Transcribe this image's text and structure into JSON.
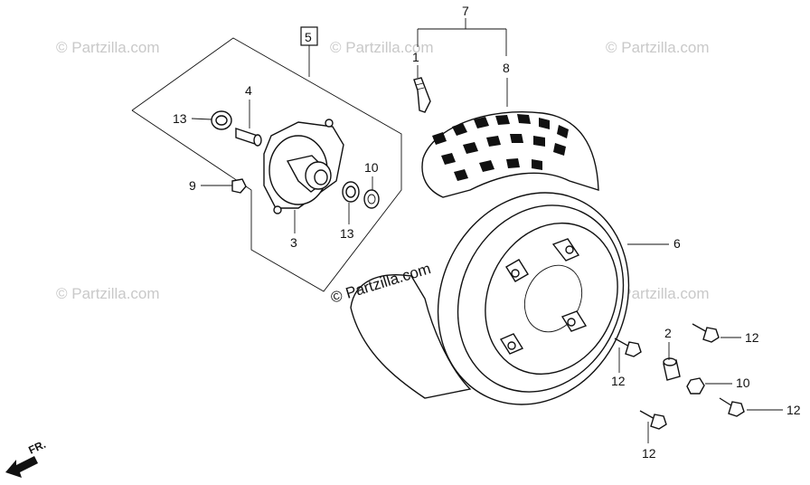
{
  "watermark": {
    "text": "© Partzilla.com",
    "center_text": "© Partzilla.com"
  },
  "front_arrow_label": "FR.",
  "callouts": {
    "c1": "1",
    "c2": "2",
    "c3": "3",
    "c4": "4",
    "c5": "5",
    "c6": "6",
    "c7": "7",
    "c8": "8",
    "c9": "9",
    "c10a": "10",
    "c10b": "10",
    "c12a": "12",
    "c12b": "12",
    "c12c": "12",
    "c12d": "12",
    "c13a": "13",
    "c13b": "13"
  }
}
